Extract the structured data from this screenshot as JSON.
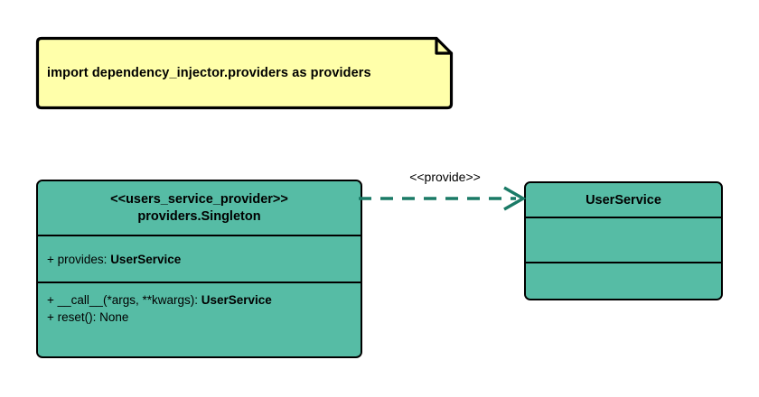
{
  "diagram": {
    "title": "dependency injector singleton provider uml",
    "colors": {
      "note_fill": "#ffffaa",
      "class_fill": "#56bca5",
      "border": "#000000",
      "connector": "#1a7a66"
    }
  },
  "note": {
    "text": "import dependency_injector.providers as providers"
  },
  "provider_class": {
    "stereotype": "<<users_service_provider>>",
    "name": "providers.Singleton",
    "attributes": [
      {
        "visibility": "+",
        "text": "provides: ",
        "type": "UserService"
      }
    ],
    "methods": [
      {
        "visibility": "+",
        "text": "__call__(*args, **kwargs): ",
        "type": "UserService"
      },
      {
        "visibility": "+",
        "text": "reset(): None",
        "type": ""
      }
    ]
  },
  "service_class": {
    "name": "UserService",
    "attributes": [],
    "methods": []
  },
  "connector": {
    "label": "<<provide>>",
    "style": "dashed",
    "arrow": "open-arrowhead"
  }
}
